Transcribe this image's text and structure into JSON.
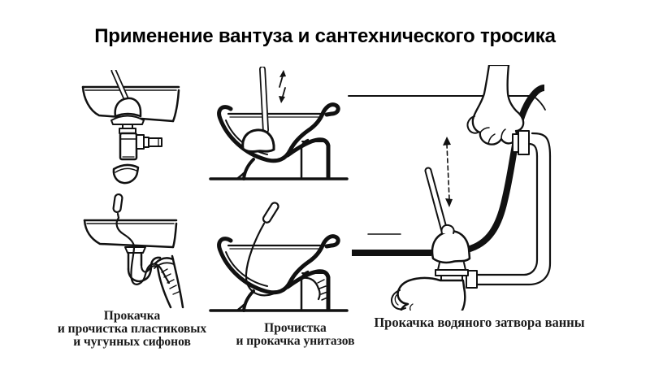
{
  "title": "Применение вантуза и сантехнического тросика",
  "captions": {
    "siphons": {
      "lines": [
        "Прокачка",
        "и прочистка пластиковых",
        "и чугунных сифонов"
      ]
    },
    "toilets": {
      "lines": [
        "Прочистка",
        "и прокачка унитазов"
      ]
    },
    "bathtub": {
      "lines": [
        "Прокачка водяного затвора ванны"
      ]
    }
  },
  "figures": {
    "sink_plunger": "sink-with-plunger-and-bottle-trap",
    "sink_cable": "sink-with-plumbing-cable-in-p-trap",
    "toilet_plunger": "toilet-with-plunger",
    "toilet_cable": "toilet-with-plumbing-cable",
    "bathtub_trap": "bathtub-water-seal-with-plunger-hose-and-s-trap"
  },
  "colors": {
    "ink": "#111111",
    "background": "#ffffff"
  }
}
